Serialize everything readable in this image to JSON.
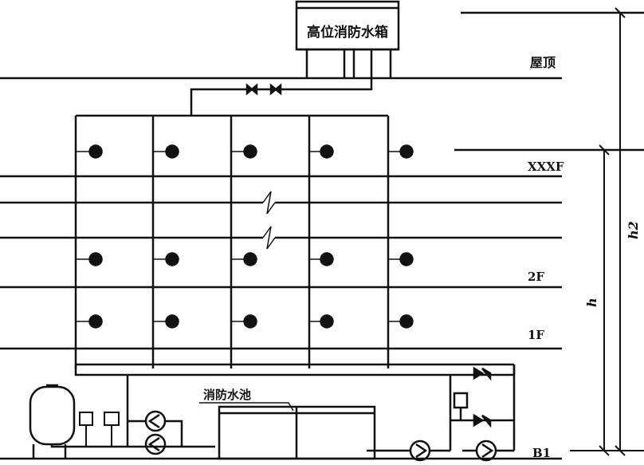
{
  "diagram": {
    "roof_tank_label": "高位消防水箱",
    "roof_label": "屋顶",
    "floor_labels": {
      "top": "XXXF",
      "second": "2F",
      "first": "1F",
      "basement": "B1"
    },
    "pool_label": "消防水池",
    "dimensions": {
      "h": "h",
      "h2": "h2"
    },
    "colors": {
      "line": "#111111",
      "background": "#ffffff"
    }
  }
}
